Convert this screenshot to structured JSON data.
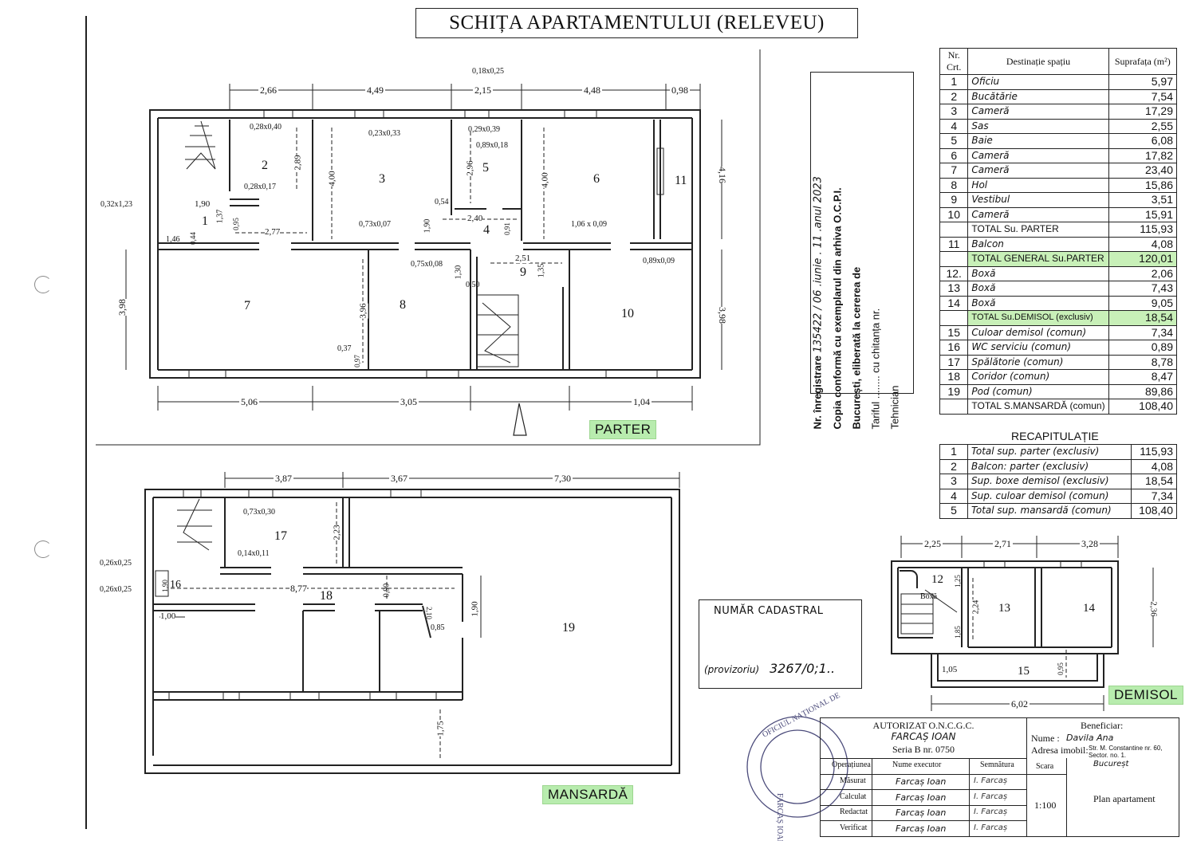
{
  "title": "SCHIȚA APARTAMENTULUI (RELEVEU)",
  "plans": {
    "parter_label": "PARTER",
    "mansarda_label": "MANSARDĂ",
    "demisol_label": "DEMISOL"
  },
  "parter_dims": {
    "top": [
      "2,66",
      "4,49",
      "0,18x0,25",
      "2,15",
      "4,48",
      "0,98"
    ],
    "bottom": [
      "5,06",
      "3,05",
      "1,04"
    ],
    "left": "3,98",
    "right_top": "4,16",
    "right_bottom": "3,98",
    "notes": [
      "0,28x0,40",
      "0,28x0,17",
      "0,23x0,33",
      "0,29x0,39",
      "0,89x0,18",
      "0,32x1,23",
      "1,90",
      "1,37",
      "0,95",
      "2,77",
      "1,46",
      "0,44",
      "2,89",
      "4,00",
      "2,96",
      "4,00",
      "0,54",
      "1,90",
      "0,73x0,07",
      "2,40",
      "0,91",
      "1,06 x 0,09",
      "0,75x0,08",
      "1,30",
      "2,51",
      "1,35",
      "0,89x0,09",
      "0,50",
      "3,96",
      "0,37",
      "0,97"
    ],
    "rooms": [
      "1",
      "2",
      "3",
      "4",
      "5",
      "6",
      "7",
      "8",
      "9",
      "10",
      "11"
    ]
  },
  "mansarda_dims": {
    "top": [
      "3,87",
      "3,67",
      "7,30"
    ],
    "notes": [
      "0,73x0,30",
      "0,14x0,11",
      "2,23",
      "0,26x0,25",
      "0,26x0,25",
      "1,90",
      "8,77",
      "0,90",
      "1,90",
      "1,00",
      "2,10",
      "0,85",
      "1,75"
    ],
    "rooms": [
      "16",
      "17",
      "18",
      "19"
    ]
  },
  "demisol_dims": {
    "top": [
      "2,25",
      "2,71",
      "3,28"
    ],
    "bottom": "6,02",
    "notes": [
      "Boxă",
      "1,25",
      "2,24",
      "1,85",
      "2,36",
      "1,05",
      "0,95"
    ],
    "rooms": [
      "12",
      "13",
      "14",
      "15"
    ]
  },
  "stamp_vertical": {
    "line1": "Nr. înregistrare",
    "line1_hand": "135422 / 06 .iunie . 11 .anul 2023",
    "line2": "Copia conformă cu exemplarul din arhiva O.C.P.I.",
    "line3": "București, eliberată la cererea de",
    "line4": "Tariful ........ cu chitanța nr.",
    "line5": "Tehnician"
  },
  "legend": {
    "headers": [
      "Nr. Crt.",
      "Destinație spațiu",
      "Suprafața (m²)"
    ],
    "rows": [
      {
        "n": "1",
        "name": "Oficiu",
        "val": "5,97"
      },
      {
        "n": "2",
        "name": "Bucătărie",
        "val": "7,54"
      },
      {
        "n": "3",
        "name": "Cameră",
        "val": "17,29"
      },
      {
        "n": "4",
        "name": "Sas",
        "val": "2,55"
      },
      {
        "n": "5",
        "name": "Baie",
        "val": "6,08"
      },
      {
        "n": "6",
        "name": "Cameră",
        "val": "17,82"
      },
      {
        "n": "7",
        "name": "Cameră",
        "val": "23,40"
      },
      {
        "n": "8",
        "name": "Hol",
        "val": "15,86"
      },
      {
        "n": "9",
        "name": "Vestibul",
        "val": "3,51"
      },
      {
        "n": "10",
        "name": "Cameră",
        "val": "15,91"
      },
      {
        "n": "",
        "name": "TOTAL Su. PARTER",
        "val": "115,93",
        "upright": true
      },
      {
        "n": "11",
        "name": "Balcon",
        "val": "4,08"
      },
      {
        "n": "",
        "name": "TOTAL GENERAL Su.PARTER",
        "val": "120,01",
        "upright": true,
        "hl": true
      },
      {
        "n": "12.",
        "name": "Boxă",
        "val": "2,06"
      },
      {
        "n": "13",
        "name": "Boxă",
        "val": "7,43"
      },
      {
        "n": "14",
        "name": "Boxă",
        "val": "9,05"
      },
      {
        "n": "",
        "name": "TOTAL Su.DEMISOL (exclusiv)",
        "val": "18,54",
        "hl": true
      },
      {
        "n": "15",
        "name": "Culoar demisol (comun)",
        "val": "7,34"
      },
      {
        "n": "16",
        "name": "WC serviciu    (comun)",
        "val": "0,89"
      },
      {
        "n": "17",
        "name": "Spălătorie     (comun)",
        "val": "8,78"
      },
      {
        "n": "18",
        "name": "Coridor         (comun)",
        "val": "8,47"
      },
      {
        "n": "19",
        "name": "Pod               (comun)",
        "val": "89,86"
      },
      {
        "n": "",
        "name": "TOTAL S.MANSARDĂ (comun)",
        "val": "108,40",
        "upright": true
      }
    ]
  },
  "recap": {
    "title": "RECAPITULAȚIE",
    "rows": [
      {
        "n": "1",
        "name": "Total  sup.  parter  (exclusiv)",
        "val": "115,93"
      },
      {
        "n": "2",
        "name": "Balcon:  parter      (exclusiv)",
        "val": "4,08"
      },
      {
        "n": "3",
        "name": "Sup.  boxe  demisol  (exclusiv)",
        "val": "18,54"
      },
      {
        "n": "4",
        "name": "Sup.  culoar  demisol  (comun)",
        "val": "7,34"
      },
      {
        "n": "5",
        "name": "Total  sup.  mansardă  (comun)",
        "val": "108,40"
      }
    ]
  },
  "cadastral": {
    "label": "NUMĂR   CADASTRAL",
    "prefix": "(provizoriu)",
    "value": "3267/0;1.."
  },
  "titleblock": {
    "autorizat": "AUTORIZAT O.N.C.G.C.",
    "name": "FARCAȘ   IOAN",
    "seria": "Seria B nr. 0750",
    "beneficiar_label": "Beneficiar:",
    "nume_label": "Nume :",
    "nume_value": "Davila  Ana",
    "adresa_label": "Adresa imobil:",
    "adresa_value": "Str. M. Constantine nr. 60, Sector. no. 1.",
    "city": "Bucureșt",
    "col_op": "Operațiunea",
    "col_exec": "Nume executor",
    "col_sem": "Semnătura",
    "col_scara": "Scara",
    "scara": "1:100",
    "plan": "Plan apartament",
    "ops": [
      {
        "op": "Măsurat",
        "exec": "Farcaș  Ioan",
        "sem": "I. Farcaș"
      },
      {
        "op": "Calculat",
        "exec": "Farcaș  Ioan",
        "sem": "I. Farcaș"
      },
      {
        "op": "Redactat",
        "exec": "Farcaș  Ioan",
        "sem": "I. Farcaș"
      },
      {
        "op": "Verificat",
        "exec": "Farcaș  Ioan",
        "sem": "I. Farcaș"
      }
    ],
    "round_stamp_outer": "OFICIUL NAȚIONAL DE CADASTRU ȘI GEODEZIE",
    "round_stamp_inner": "FARCAȘ IOAN"
  }
}
